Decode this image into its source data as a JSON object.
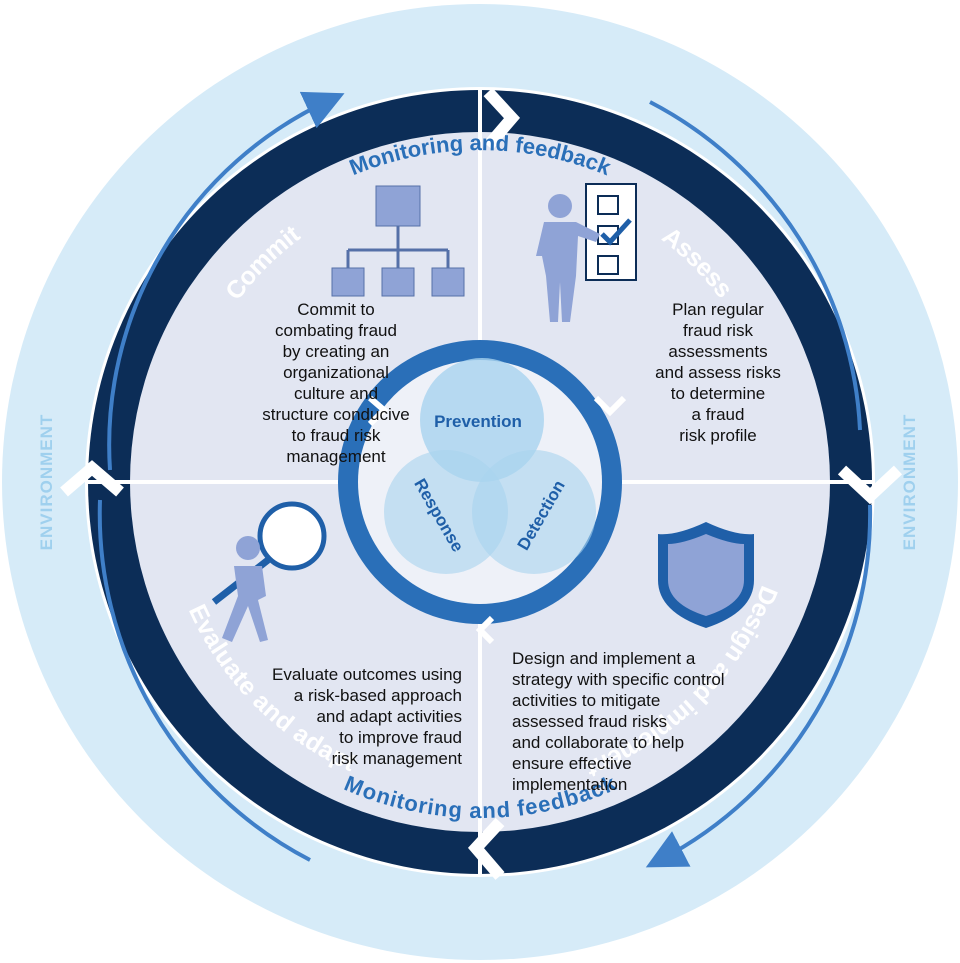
{
  "colors": {
    "outer_ring": "#d6ebf8",
    "dark_ring": "#0c2d57",
    "quadrant_bg": "#e2e6f2",
    "center_ring": "#2a6fb8",
    "icon_fill": "#8fa3d6",
    "env_text": "#9fd0ee",
    "arrow_blue": "#3f7fc8"
  },
  "environment_label": "ENVIRONMENT",
  "monitoring_label": "Monitoring and feedback",
  "quadrants": {
    "commit": {
      "title": "Commit",
      "icon": "org-chart-icon",
      "lines": [
        "Commit to",
        "combating fraud",
        "by creating an",
        "organizational",
        "culture and",
        "structure conducive",
        "to fraud risk",
        "management"
      ]
    },
    "assess": {
      "title": "Assess",
      "icon": "checklist-presenter-icon",
      "lines": [
        "Plan regular",
        "fraud risk",
        "assessments",
        "and assess risks",
        "to determine",
        "a fraud",
        "risk profile"
      ]
    },
    "design": {
      "title": "Design and implement",
      "icon": "shield-icon",
      "lines": [
        "Design and implement a",
        "strategy with specific control",
        "activities to mitigate",
        "assessed fraud risks",
        "and collaborate to help",
        "ensure effective",
        "implementation"
      ]
    },
    "evaluate": {
      "title": "Evaluate and adapt",
      "icon": "magnifier-person-icon",
      "lines": [
        "Evaluate outcomes using",
        "a risk-based approach",
        "and adapt activities",
        "to improve fraud",
        "risk management"
      ]
    }
  },
  "venn": {
    "prevention": "Prevention",
    "response": "Response",
    "detection": "Detection"
  }
}
